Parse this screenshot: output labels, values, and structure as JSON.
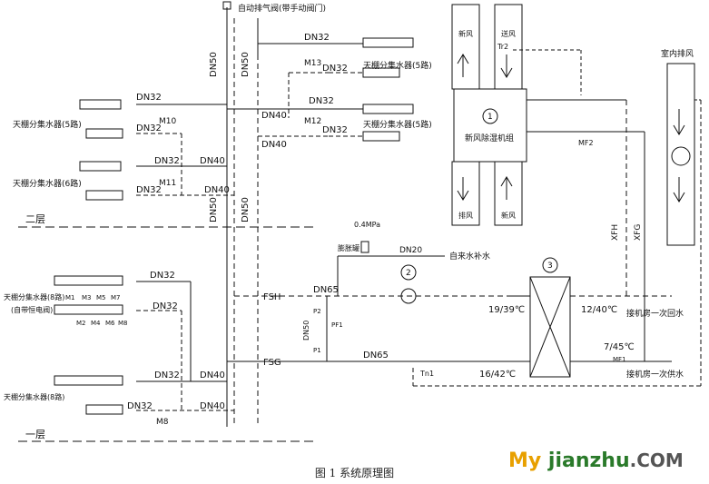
{
  "labels": {
    "auto_vent": "自动排气阀(带手动阀门)",
    "dn50_riser_a": "DN50",
    "dn50_riser_b": "DN50",
    "dn50_lower_a": "DN50",
    "dn50_lower_b": "DN50",
    "dn32": "DN32",
    "dn40": "DN40",
    "dn65": "DN65",
    "dn20": "DN20",
    "m13": "M13",
    "m12": "M12",
    "m10": "M10",
    "m11": "M11",
    "m8": "M8",
    "m1": "M1",
    "m2": "M2",
    "m3": "M3",
    "m4": "M4",
    "m5": "M5",
    "m6": "M6",
    "m7": "M7",
    "m8b": "M8",
    "manifold5_a": "天棚分集水器(5路)",
    "manifold5_b": "天棚分集水器(5路)",
    "manifold5_c": "天棚分集水器(5路)",
    "manifold6": "天棚分集水器(6路)",
    "manifold8_a": "天棚分集水器(8路)",
    "manifold8_b": "(自带恒电阀)",
    "manifold8_c": "天棚分集水器(8路)",
    "floor2": "二层",
    "floor1": "一层",
    "fsh": "FSH",
    "fsg": "FSG",
    "pressure": "0.4MPa",
    "exp_tank": "膨胀罐",
    "tap_water": "自来水补水",
    "pump_no": "2",
    "hx_no": "3",
    "unit_no": "1",
    "unit_name": "新风除湿机组",
    "fresh_air": "新风",
    "supply_air": "送风",
    "exhaust": "排风",
    "exhaust_air": "排风",
    "fresh_air2": "新风",
    "indoor_exhaust": "室内排风",
    "tr2": "Tr2",
    "mf2": "MF2",
    "mf1": "MF1",
    "xfh": "XFH",
    "xfg": "XFG",
    "temp1": "19/39℃",
    "temp2": "16/42℃",
    "temp3": "12/40℃",
    "temp4": "7/45℃",
    "return1": "接机房一次回水",
    "supply1": "接机房一次供水",
    "tn1": "Tn1",
    "p1": "P1",
    "p2": "P2",
    "dn50_v": "DN50",
    "pf1": "PF1",
    "caption": "图 1    系统原理图",
    "wm_a": "My ",
    "wm_b": "jianzhu",
    "wm_c": ".COM"
  }
}
